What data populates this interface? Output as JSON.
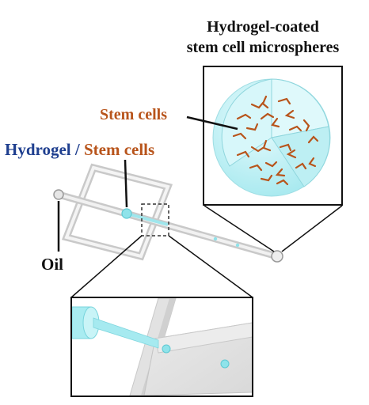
{
  "labels": {
    "title_line1": "Hydrogel-coated",
    "title_line2": "stem cell microspheres",
    "stem_cells_callout": "Stem cells",
    "hydrogel": "Hydrogel",
    "separator": " / ",
    "stem_cells": "Stem cells",
    "oil": "Oil"
  },
  "colors": {
    "hydrogel_blue": "#1f3f8f",
    "stem_cell_orange": "#b8541b",
    "hydrogel_cyan": "#bff0f4",
    "droplet_cyan": "#8fe3ea",
    "channel_gray": "#d6d6d6",
    "text_black": "#111111"
  }
}
